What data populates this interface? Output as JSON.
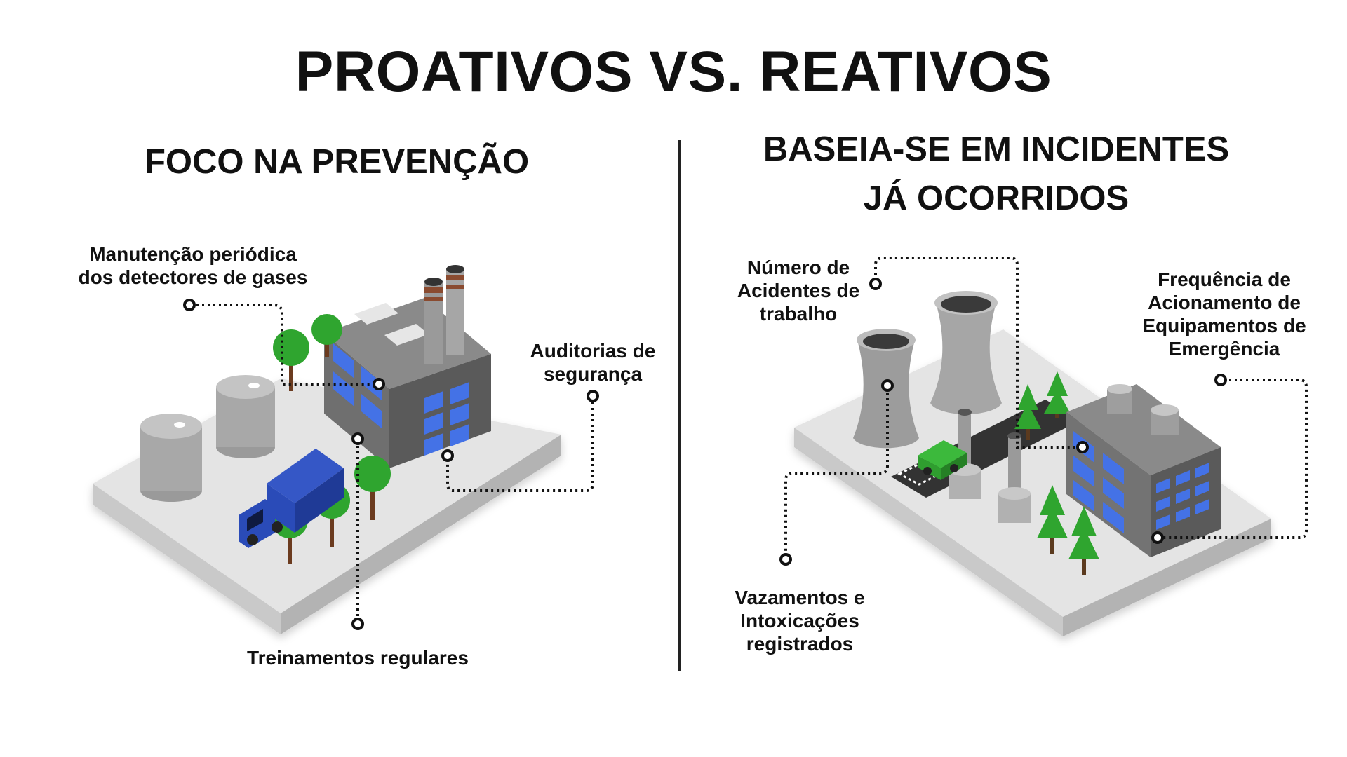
{
  "title": "PROATIVOS VS. REATIVOS",
  "proactive": {
    "heading": "FOCO NA PREVENÇÃO",
    "labels": {
      "maintenance": "Manutenção periódica\ndos detectores de gases",
      "audits": "Auditorias de\nsegurança",
      "training": "Treinamentos regulares"
    }
  },
  "reactive": {
    "heading_line1": "BASEIA-SE EM INCIDENTES",
    "heading_line2": "JÁ OCORRIDOS",
    "labels": {
      "accidents": "Número de\nAcidentes de\ntrabalho",
      "emergency": "Frequência de\nAcionamento de\nEquipamentos de\nEmergência",
      "leaks": "Vazamentos e\nIntoxicações\nregistrados"
    }
  },
  "colors": {
    "text": "#111111",
    "platform_top": "#e3e3e3",
    "platform_side": "#bcbcbc",
    "building": "#707070",
    "window": "#3f6ee0",
    "truck": "#2a4bb8",
    "tree": "#2fa52f",
    "green_truck": "#2f9e2f"
  }
}
